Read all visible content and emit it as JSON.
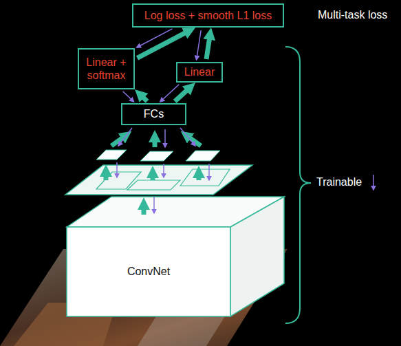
{
  "diagram": {
    "nodes": [
      {
        "text": [
          "Log loss + smooth L1 loss"
        ]
      },
      {
        "text": [
          "Linear + softmax"
        ]
      },
      {
        "text": [
          "Linear"
        ]
      },
      {
        "text": [
          "FCs"
        ]
      },
      {
        "text": [
          "ConvNet"
        ]
      }
    ],
    "edges": [
      {
        "from": 1,
        "to": 0,
        "arrow": "to"
      },
      {
        "from": 0,
        "to": 1,
        "arrow": "to"
      },
      {
        "from": 2,
        "to": 0,
        "arrow": "to"
      },
      {
        "from": 0,
        "to": 2,
        "arrow": "to"
      },
      {
        "from": 3,
        "to": 1,
        "arrow": "to"
      },
      {
        "from": 1,
        "to": 3,
        "arrow": "to"
      },
      {
        "from": 3,
        "to": 2,
        "arrow": "to"
      },
      {
        "from": 2,
        "to": 3,
        "arrow": "to"
      }
    ],
    "labels": [
      "Multi-task loss",
      "Trainable"
    ]
  }
}
